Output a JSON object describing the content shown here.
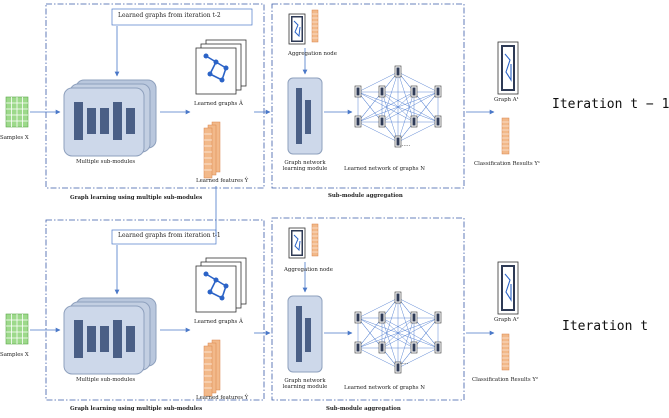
{
  "top": {
    "learned_graphs_from": "Learned graphs from iteration t-2",
    "samples": "Samples X",
    "multiple_submodules": "Multiple sub-modules",
    "learned_graphs": "Learned graphs Â",
    "learned_features": "Learned features Ŷ",
    "graph_learning_caption": "Graph learning using multiple sub-modules",
    "aggregation_node": "Aggregation node",
    "graph_network_module": "Graph network learning module",
    "learned_network": "Learned network of graphs N",
    "ellipsis": "......",
    "submodule_aggregation": "Sub-module aggregation",
    "graph_out": "Graph A¹",
    "classification": "Classification Results Y¹",
    "iteration": "Iteration t − 1"
  },
  "bottom": {
    "learned_graphs_from": "Learned graphs from iteration t-1",
    "samples": "Samples X",
    "multiple_submodules": "Multiple sub-modules",
    "learned_graphs": "Learned graphs Â",
    "learned_features": "Learned features Ŷ",
    "graph_learning_caption": "Graph learning using multiple sub-modules",
    "aggregation_node": "Aggregation node",
    "graph_network_module": "Graph network learning module",
    "learned_network": "Learned network of graphs N",
    "ellipsis": "......",
    "submodule_aggregation": "Sub-module aggregation",
    "graph_out": "Graph A²",
    "classification": "Classification Results Y²",
    "iteration": "Iteration t"
  },
  "colors": {
    "dashed_box": "#3a5ba8",
    "arrow": "#4a78c8",
    "module_fill": "#c8d3e6",
    "bar_fill": "#4a5f86",
    "feature_fill": "#f2b98a",
    "samples_fill": "#9dd98b",
    "network_edge": "#2b63c7"
  }
}
